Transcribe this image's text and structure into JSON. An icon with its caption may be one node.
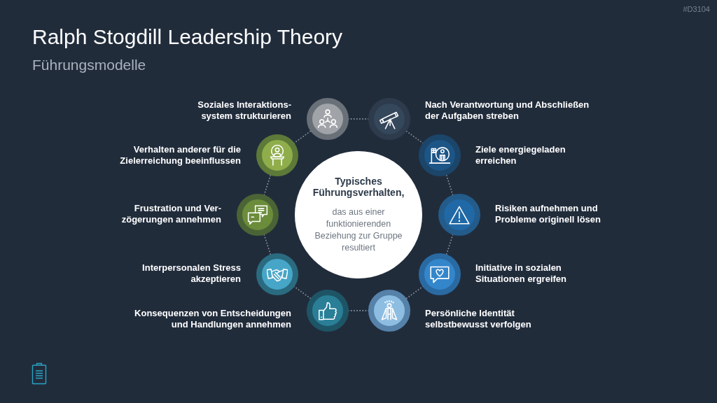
{
  "diagram": {
    "title": "Ralph Stogdill Leadership Theory",
    "nodes": [
      {
        "text": [
          "Typisches Führungsverhalten,",
          "das aus einer funktionierenden Beziehung zur Gruppe resultiert"
        ]
      },
      {
        "text": [],
        "shape": "circle",
        "beside": [
          "Soziales Interaktions- system strukturieren"
        ]
      },
      {
        "text": [],
        "shape": "circle",
        "beside": [
          "Nach Verantwortung und Abschließen der Aufgaben streben"
        ]
      },
      {
        "text": [],
        "shape": "circle",
        "beside": [
          "Ziele energiegeladen erreichen"
        ]
      },
      {
        "text": [],
        "shape": "circle",
        "beside": [
          "Risiken aufnehmen und Probleme originell lösen"
        ]
      },
      {
        "text": [],
        "shape": "circle",
        "beside": [
          "Initiative in sozialen Situationen ergreifen"
        ]
      },
      {
        "text": [],
        "shape": "circle",
        "beside": [
          "Persönliche Identität selbstbewusst verfolgen"
        ]
      },
      {
        "text": [],
        "shape": "circle",
        "beside": [
          "Konsequenzen von Entscheidungen und Handlungen annehmen"
        ]
      },
      {
        "text": [],
        "shape": "circle",
        "beside": [
          "Interpersonalen Stress akzeptieren"
        ]
      },
      {
        "text": [],
        "shape": "circle",
        "beside": [
          "Frustration und Ver- zögerungen annehmen"
        ]
      },
      {
        "text": [],
        "shape": "circle",
        "beside": [
          "Verhalten anderer für die Zielerreichung beeinflussen"
        ]
      }
    ],
    "edges": [
      {
        "from": 1,
        "to": 2,
        "arrow": "none"
      },
      {
        "from": 2,
        "to": 3,
        "arrow": "none"
      },
      {
        "from": 3,
        "to": 4,
        "arrow": "none"
      },
      {
        "from": 4,
        "to": 5,
        "arrow": "none"
      },
      {
        "from": 5,
        "to": 6,
        "arrow": "none"
      },
      {
        "from": 6,
        "to": 7,
        "arrow": "none"
      },
      {
        "from": 7,
        "to": 8,
        "arrow": "none"
      },
      {
        "from": 8,
        "to": 9,
        "arrow": "none"
      },
      {
        "from": 9,
        "to": 10,
        "arrow": "none"
      },
      {
        "from": 10,
        "to": 1,
        "arrow": "none"
      }
    ],
    "labels": [
      "Führungsmodelle",
      "#D3104"
    ]
  }
}
